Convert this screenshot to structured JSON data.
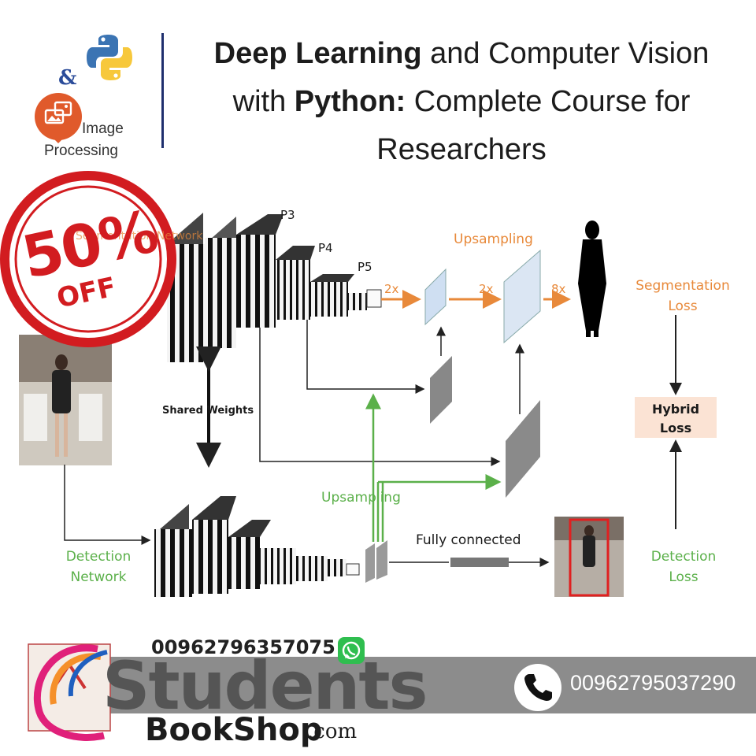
{
  "header": {
    "title_line1_bold": "Deep Learning",
    "title_line1_rest": " and Computer Vision",
    "title_line2_pre": "with ",
    "title_line2_bold": "Python:",
    "title_line2_rest": " Complete Course for",
    "title_line3": "Researchers",
    "ampersand": "&",
    "image_processing_line1": "Image",
    "image_processing_line2": "Processing",
    "logos": [
      "python-logo",
      "image-processing-logo"
    ]
  },
  "promo": {
    "percent": "50%",
    "off": "OFF",
    "color": "#d21c20"
  },
  "diagram": {
    "segmentation_network": "Segmentation Network",
    "detection_network_line1": "Detection",
    "detection_network_line2": "Network",
    "p3": "P3",
    "p4": "P4",
    "p5": "P5",
    "upsampling_top": "Upsampling",
    "upsampling_bottom": "Upsampling",
    "scale_2x_a": "2x",
    "scale_2x_b": "2x",
    "scale_8x": "8x",
    "segmentation_loss_line1": "Segmentation",
    "segmentation_loss_line2": "Loss",
    "shared_weights": "Shared Weights",
    "hybrid_loss_line1": "Hybrid",
    "hybrid_loss_line2": "Loss",
    "fully_connected": "Fully connected",
    "detection_loss_line1": "Detection",
    "detection_loss_line2": "Loss",
    "colors": {
      "orange": "#e8893a",
      "green": "#5bb04a",
      "hybrid_box": "#fbe3d4",
      "detection_box": "#e02020"
    }
  },
  "footer": {
    "whatsapp_number": "00962796357075",
    "phone_number": "00962795037290",
    "brand_main": "Students",
    "brand_sub": "BookShop",
    "brand_tld": ".com",
    "icons": [
      "whatsapp-icon",
      "phone-icon",
      "students-bookshop-logo"
    ]
  }
}
